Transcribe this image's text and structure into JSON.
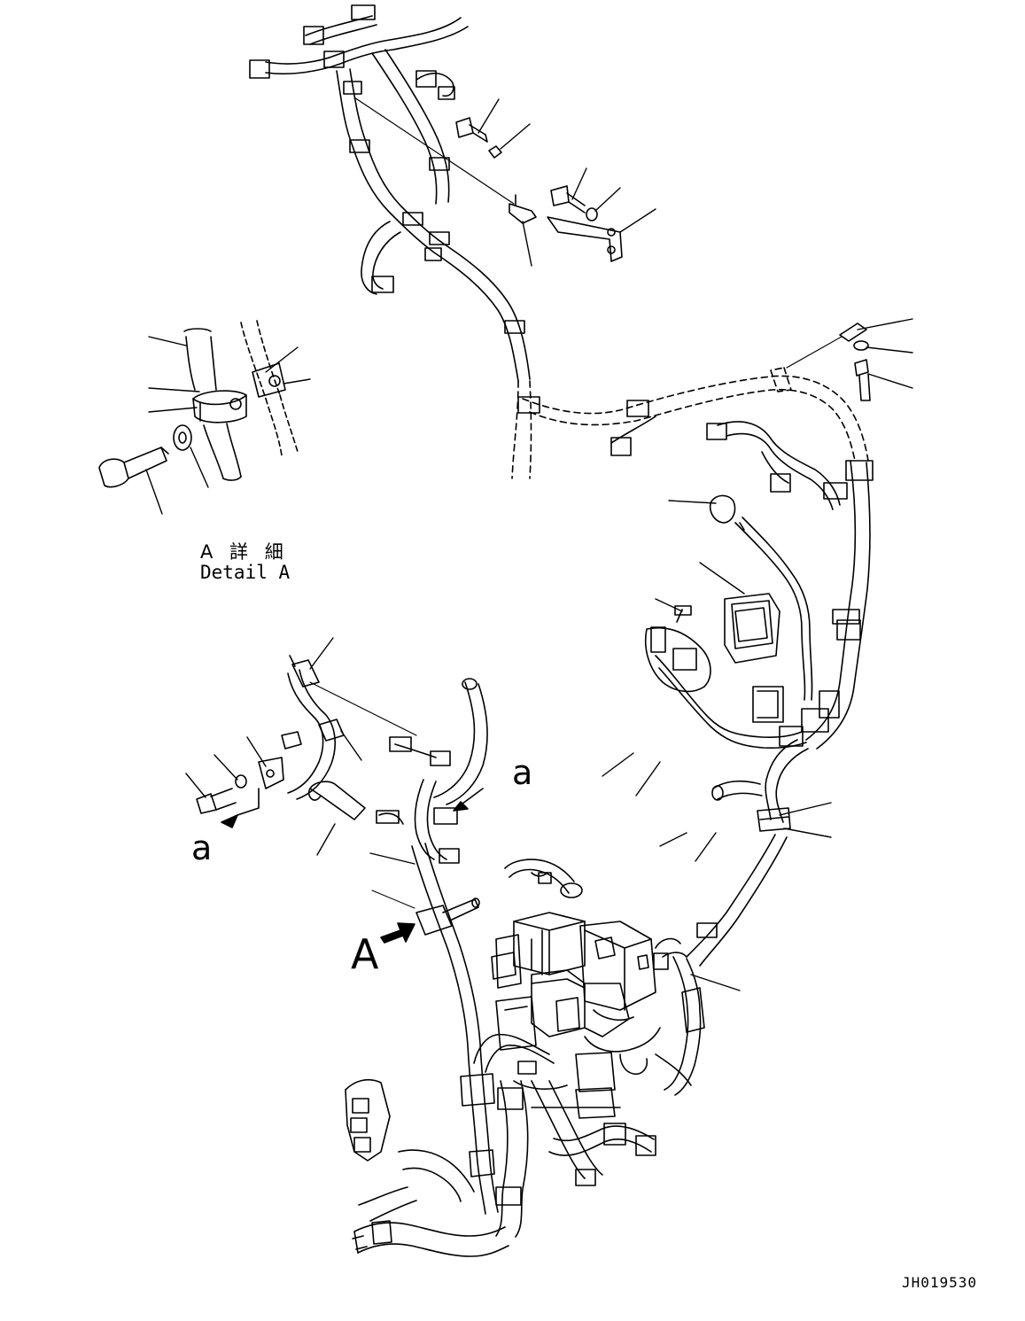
{
  "detail_label_ja": "A 詳 細",
  "detail_label_en": "Detail A",
  "view_arrow_label": "A",
  "ref_label_right": "a",
  "ref_label_left": "a",
  "drawing_code": "JH019530"
}
